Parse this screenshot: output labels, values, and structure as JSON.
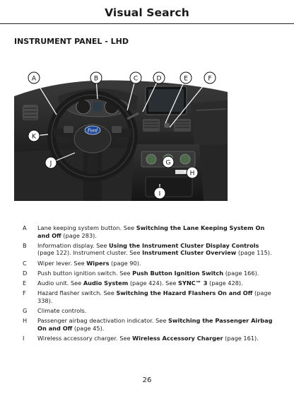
{
  "header": {
    "title": "Visual Search"
  },
  "section_title": "INSTRUMENT PANEL - LHD",
  "figure": {
    "callouts": [
      "A",
      "B",
      "C",
      "D",
      "E",
      "F",
      "G",
      "H",
      "I",
      "J",
      "K"
    ],
    "emblem": "Ford"
  },
  "legend": [
    {
      "key": "A",
      "text": "Lane keeping system button. See ",
      "bold": "Switching the Lane Keeping System On and Off",
      "suffix": " (page 283)."
    },
    {
      "key": "B",
      "text": "Information display.  See ",
      "bold": "Using the Instrument Cluster Display Controls",
      "mid": " (page 122). Instrument cluster. See ",
      "bold2": "Instrument Cluster Overview",
      "suffix": " (page 115)."
    },
    {
      "key": "C",
      "text": "Wiper lever. See ",
      "bold": "Wipers",
      "suffix": " (page 90)."
    },
    {
      "key": "D",
      "text": "Push button ignition switch. See ",
      "bold": "Push Button Ignition Switch",
      "suffix": " (page 166)."
    },
    {
      "key": "E",
      "text": "Audio unit. See ",
      "bold": "Audio System",
      "mid": " (page 424).  See ",
      "bold2": "SYNC™ 3",
      "suffix": " (page 428)."
    },
    {
      "key": "F",
      "text": "Hazard flasher switch. See ",
      "bold": "Switching the Hazard Flashers On and Off",
      "suffix": " (page 338)."
    },
    {
      "key": "G",
      "text": "Climate controls.",
      "bold": "",
      "suffix": ""
    },
    {
      "key": "H",
      "text": "Passenger airbag deactivation indicator. See ",
      "bold": "Switching the Passenger Airbag On and Off",
      "suffix": " (page 45)."
    },
    {
      "key": "I",
      "text": "Wireless accessory charger. See ",
      "bold": "Wireless Accessory Charger",
      "suffix": " (page 161)."
    }
  ],
  "page_number": "26"
}
